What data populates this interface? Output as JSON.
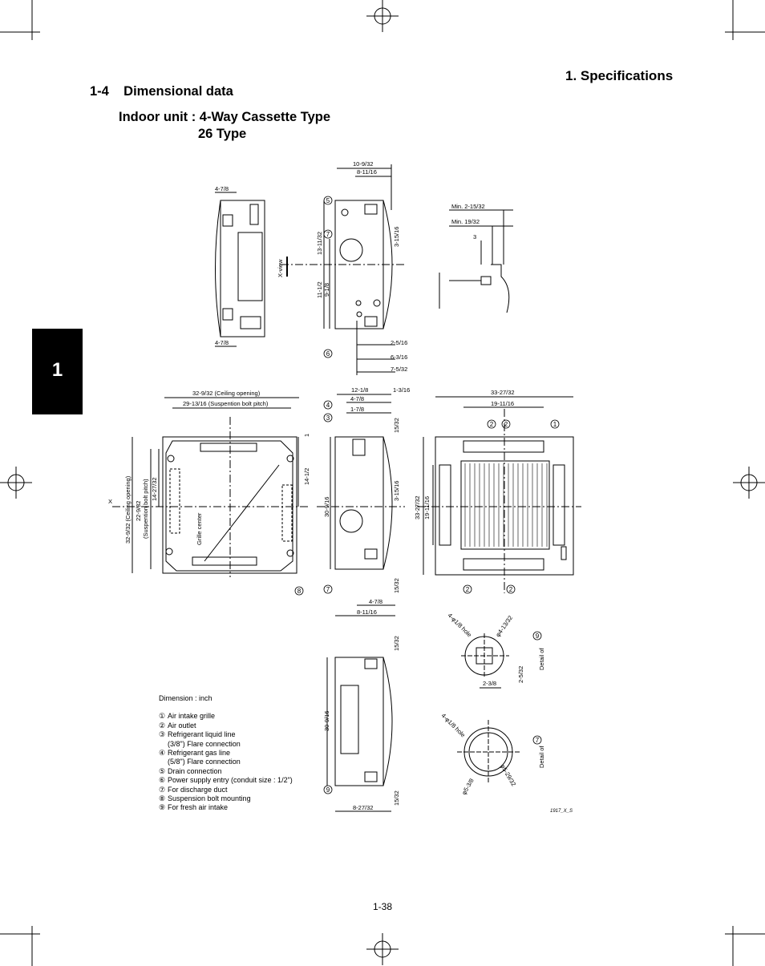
{
  "header": {
    "chapter_title": "1. Specifications",
    "section_title": "1-4    Dimensional data",
    "unit_line1": "Indoor unit : 4-Way Cassette Type",
    "unit_line2": "26 Type"
  },
  "side_tab": {
    "number": "1"
  },
  "legend": {
    "title": "Dimension : inch",
    "items": [
      {
        "num": "①",
        "text": "Air intake grille"
      },
      {
        "num": "②",
        "text": "Air outlet"
      },
      {
        "num": "③",
        "text": "Refrigerant liquid line"
      },
      {
        "num": "",
        "text": "(3/8\") Flare connection"
      },
      {
        "num": "④",
        "text": "Refrigerant gas line"
      },
      {
        "num": "",
        "text": "(5/8\") Flare connection"
      },
      {
        "num": "⑤",
        "text": "Drain connection"
      },
      {
        "num": "⑥",
        "text": "Power supply entry (conduit size : 1/2\")"
      },
      {
        "num": "⑦",
        "text": "For discharge duct"
      },
      {
        "num": "⑧",
        "text": "Suspension bolt mounting"
      },
      {
        "num": "⑨",
        "text": "For fresh air intake"
      }
    ]
  },
  "dimensions": {
    "top_left": [
      "4-7/8",
      "4-7/8",
      "X-view"
    ],
    "top_side": [
      "10-9/32",
      "8-11/16",
      "13-11/32",
      "3-15/16",
      "11-1/2",
      "9-1/8",
      "2-5/16",
      "6-3/16",
      "7-5/32"
    ],
    "top_right": [
      "Min. 2-15/32",
      "Min. 19/32",
      "3"
    ],
    "plan": [
      "32-9/32 (Ceiling opening)",
      "29-13/16 (Suspention bolt pitch)",
      "32-9/32 (Ceiling opening)",
      "22-9/32",
      "(Suspention bolt pitch)",
      "14-27/32",
      "14-1/2",
      "1",
      "Grille center",
      "X"
    ],
    "side_mid": [
      "12-1/8",
      "1-3/16",
      "4-7/8",
      "1-7/8",
      "15/32",
      "3-15/16",
      "30-9/16",
      "15/32",
      "4-7/8",
      "8-11/16"
    ],
    "front": [
      "33-27/32",
      "19-11/16",
      "33-27/32",
      "19-11/16"
    ],
    "side_low": [
      "15/32",
      "30-9/16",
      "15/32",
      "8-27/32"
    ],
    "detail9": [
      "4-φ1/8 hole",
      "φ4-13/32",
      "2-3/8",
      "2-5/32",
      "Detail of"
    ],
    "detail7": [
      "4-φ1/8 hole",
      "φ5-3/8",
      "φ5-29/32",
      "Detail of"
    ],
    "callouts": {
      "c1": "1",
      "c2": "2",
      "c3": "3",
      "c4": "4",
      "c5": "5",
      "c6": "6",
      "c7": "7",
      "c8": "8",
      "c9": "9"
    },
    "drawing_code": "1917_X_S"
  },
  "footer": {
    "page_number": "1-38"
  }
}
